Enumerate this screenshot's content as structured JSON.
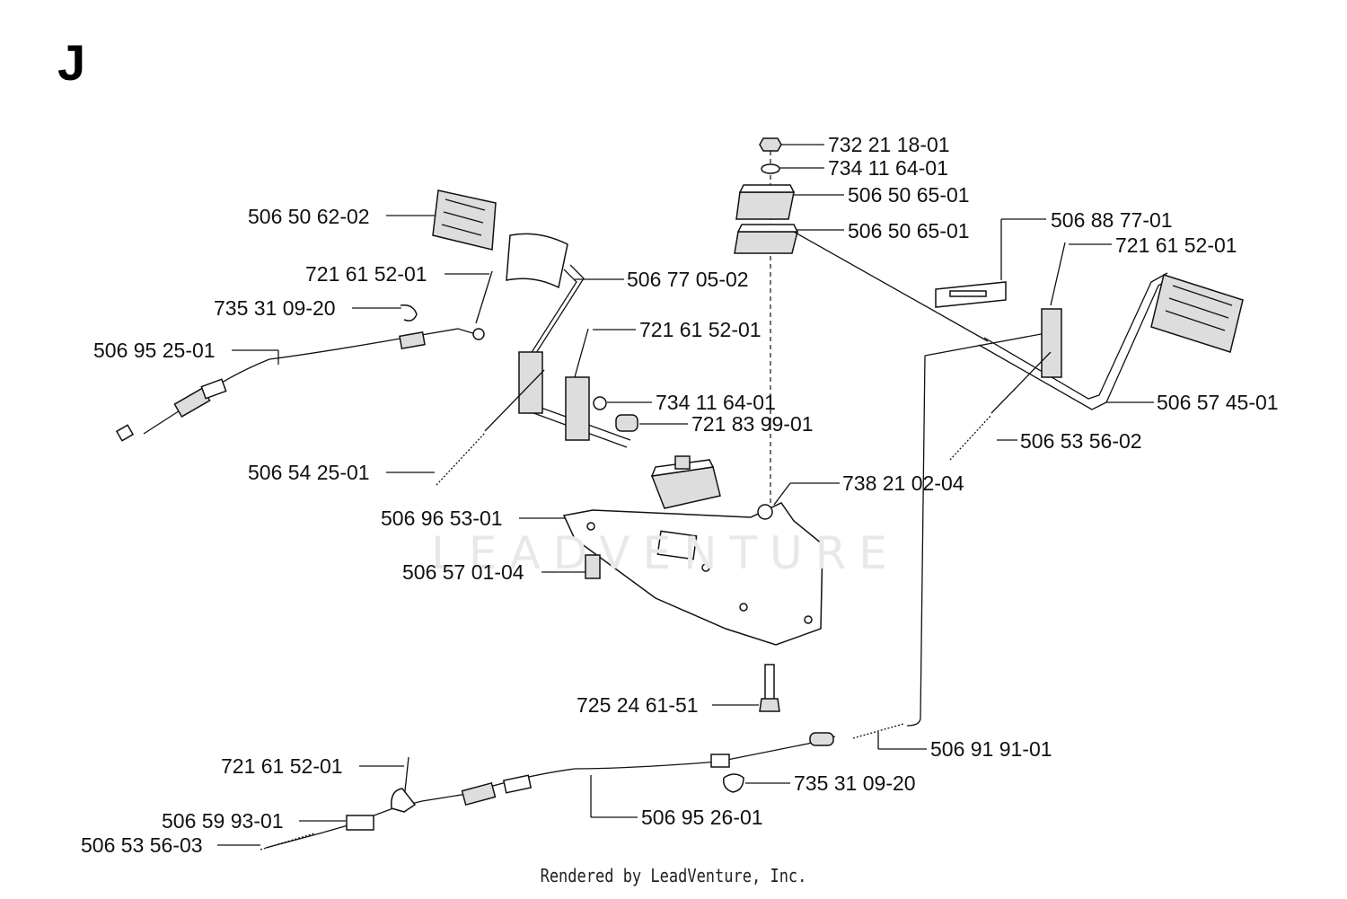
{
  "section_letter": "J",
  "watermark": "LEADVENTURE",
  "footer": "Rendered by LeadVenture, Inc.",
  "callouts": [
    {
      "id": "c01",
      "part": "732 21 18-01"
    },
    {
      "id": "c02",
      "part": "734 11 64-01"
    },
    {
      "id": "c03",
      "part": "506 50 65-01"
    },
    {
      "id": "c04",
      "part": "506 50 65-01"
    },
    {
      "id": "c05",
      "part": "506 88 77-01"
    },
    {
      "id": "c06",
      "part": "721 61 52-01"
    },
    {
      "id": "c07",
      "part": "506 50 62-02"
    },
    {
      "id": "c08",
      "part": "721 61 52-01"
    },
    {
      "id": "c09",
      "part": "506 77 05-02"
    },
    {
      "id": "c10",
      "part": "735 31 09-20"
    },
    {
      "id": "c11",
      "part": "506 95 25-01"
    },
    {
      "id": "c12",
      "part": "721 61 52-01"
    },
    {
      "id": "c13",
      "part": "734 11 64-01"
    },
    {
      "id": "c14",
      "part": "721 83 99-01"
    },
    {
      "id": "c15",
      "part": "506 57 45-01"
    },
    {
      "id": "c16",
      "part": "506 53 56-02"
    },
    {
      "id": "c17",
      "part": "506 54 25-01"
    },
    {
      "id": "c18",
      "part": "738 21 02-04"
    },
    {
      "id": "c19",
      "part": "506 96 53-01"
    },
    {
      "id": "c20",
      "part": "506 57 01-04"
    },
    {
      "id": "c21",
      "part": "725 24 61-51"
    },
    {
      "id": "c22",
      "part": "506 91 91-01"
    },
    {
      "id": "c23",
      "part": "721 61 52-01"
    },
    {
      "id": "c24",
      "part": "735 31 09-20"
    },
    {
      "id": "c25",
      "part": "506 59 93-01"
    },
    {
      "id": "c26",
      "part": "506 95 26-01"
    },
    {
      "id": "c27",
      "part": "506 53 56-03"
    }
  ]
}
